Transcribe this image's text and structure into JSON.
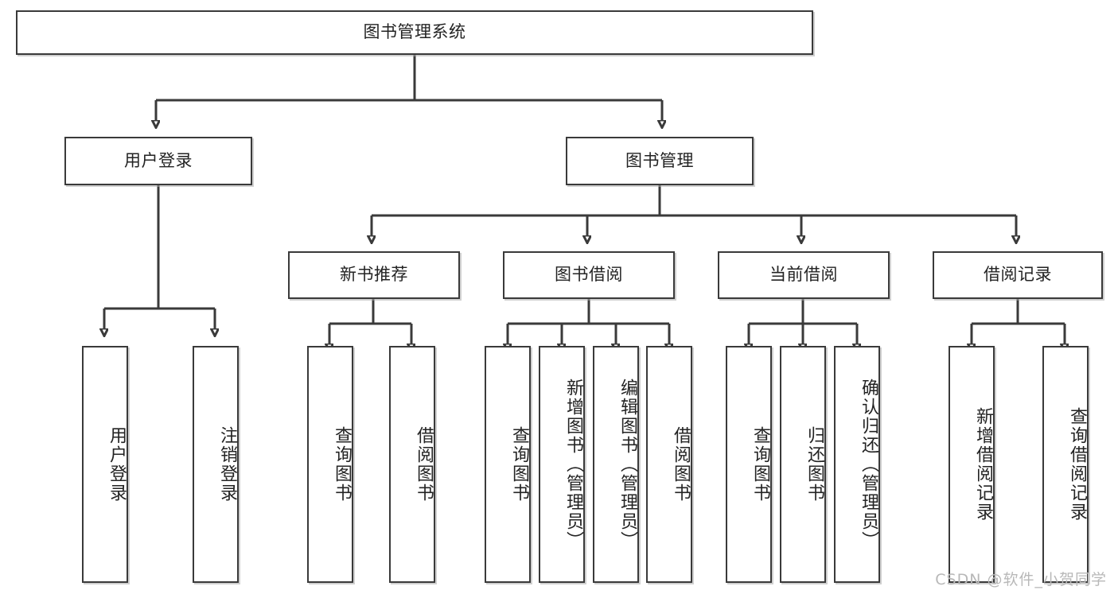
{
  "diagram": {
    "type": "tree-hierarchy",
    "title": "图书管理系统",
    "watermark": "CSDN @软件_小贺同学",
    "colors": {
      "box_border": "#3a3a3a",
      "box_fill": "#ffffff",
      "connector": "#3a3a3a",
      "text": "#232323",
      "watermark": "#b8b8b8"
    },
    "levels": {
      "root": {
        "label": "图书管理系统"
      },
      "level2": [
        {
          "label": "用户登录"
        },
        {
          "label": "图书管理"
        }
      ],
      "level3": [
        {
          "label": "新书推荐"
        },
        {
          "label": "图书借阅"
        },
        {
          "label": "当前借阅"
        },
        {
          "label": "借阅记录"
        }
      ],
      "leaves": {
        "user_login": [
          {
            "label": "用户登录"
          },
          {
            "label": "注销登录"
          }
        ],
        "new_book_recommend": [
          {
            "label": "查询图书"
          },
          {
            "label": "借阅图书"
          }
        ],
        "book_borrow": [
          {
            "label": "查询图书"
          },
          {
            "label": "新增图书（管理员）"
          },
          {
            "label": "编辑图书（管理员）"
          },
          {
            "label": "借阅图书"
          }
        ],
        "current_borrow": [
          {
            "label": "查询图书"
          },
          {
            "label": "归还图书"
          },
          {
            "label": "确认归还（管理员）"
          }
        ],
        "borrow_record": [
          {
            "label": "新增借阅记录"
          },
          {
            "label": "查询借阅记录"
          }
        ]
      }
    }
  }
}
